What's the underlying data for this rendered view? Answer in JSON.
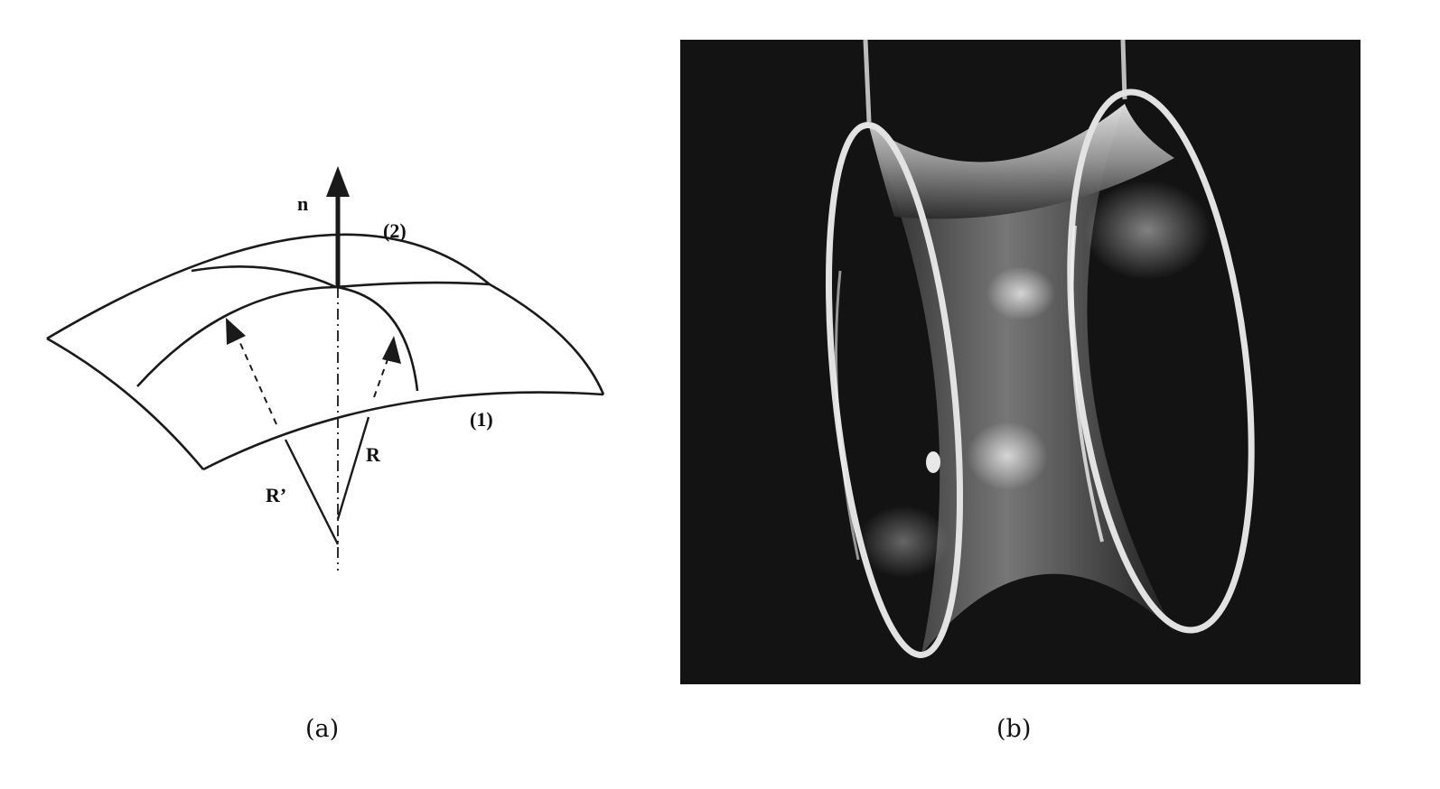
{
  "panel_a": {
    "caption": "(a)",
    "labels": {
      "normal": "n",
      "surface_2": "(2)",
      "surface_1": "(1)",
      "radius_r": "R",
      "radius_r_prime": "R’"
    }
  },
  "panel_b": {
    "caption": "(b)"
  },
  "colors": {
    "ink": "#1a1a1a",
    "photo_background": "#131313",
    "film_highlight": "#e6e6e6"
  }
}
